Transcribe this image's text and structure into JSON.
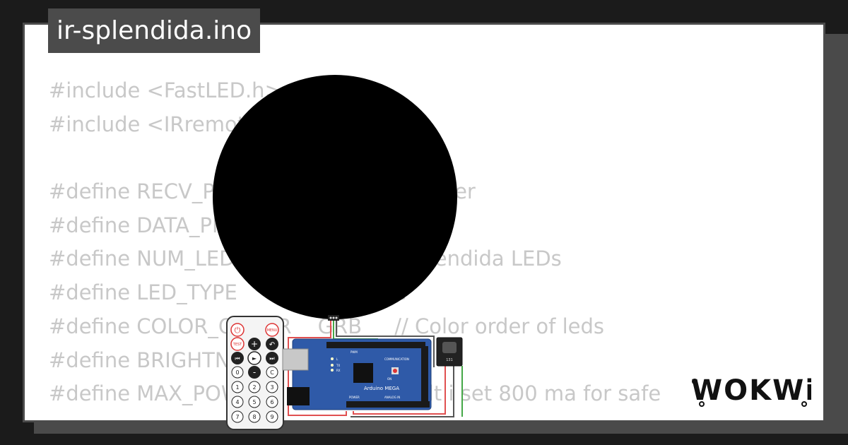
{
  "title": "ir-splendida.ino",
  "code_lines": [
    "#include <FastLED.h>",
    "#include <IRremote.h>",
    "",
    "#define RECV_PIN       // Pin of IR receiver",
    "#define DATA_PIN       // Your datapin",
    "#define NUM_LEDS       // Number Splendida LEDs",
    "#define LED_TYPE       // LEDs type",
    "#define COLOR_ORDER    GRB     // Color order of leds",
    "#define BRIGHTNESS     // brightness",
    "#define MAX_POWER      0    // Default i set 800 ma for safe"
  ],
  "remote": {
    "labels": [
      "MENU",
      "TEST",
      "+",
      "-",
      "C",
      "0",
      "1",
      "2",
      "3",
      "4",
      "5",
      "6",
      "7",
      "8",
      "9"
    ]
  },
  "board": {
    "name": "Arduino MEGA",
    "labels": [
      "COMMUNICATION",
      "PWM",
      "POWER",
      "ANALOG IN",
      "TX",
      "RX",
      "L",
      "ON"
    ]
  },
  "sensor": {
    "label": "131"
  },
  "logo": "WOKWi",
  "colors": {
    "background": "#1b1b1b",
    "frame": "#4b4b4b",
    "code_text": "#c8c8c8",
    "board_blue": "#2f5aa8",
    "wire_red": "#e05050",
    "wire_green": "#45a847"
  }
}
